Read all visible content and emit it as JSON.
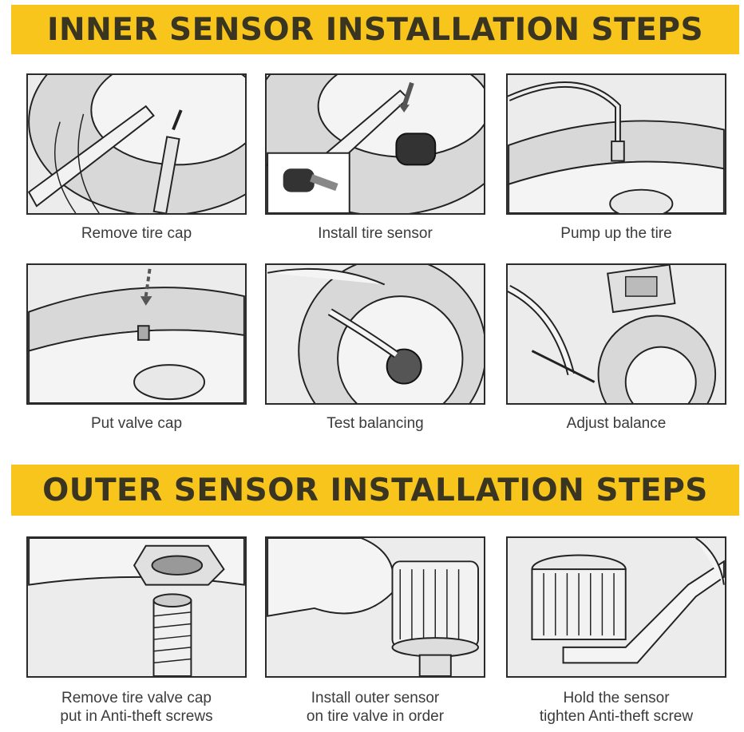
{
  "inner_section": {
    "title": "INNER SENSOR INSTALLATION STEPS",
    "steps": [
      {
        "caption": "Remove tire cap"
      },
      {
        "caption": "Install tire sensor"
      },
      {
        "caption": "Pump up the tire"
      },
      {
        "caption": "Put valve cap"
      },
      {
        "caption": "Test balancing"
      },
      {
        "caption": "Adjust balance"
      }
    ]
  },
  "outer_section": {
    "title": "OUTER SENSOR INSTALLATION STEPS",
    "steps": [
      {
        "caption_line1": "Remove tire valve cap",
        "caption_line2": "put in Anti-theft screws"
      },
      {
        "caption_line1": "Install outer sensor",
        "caption_line2": "on tire valve in order"
      },
      {
        "caption_line1": "Hold the sensor",
        "caption_line2": "tighten Anti-theft screw"
      }
    ]
  },
  "colors": {
    "banner": "#f7c51c",
    "banner_text": "#3a3520",
    "panel_bg": "#ececec",
    "line": "#2b2b2b"
  }
}
